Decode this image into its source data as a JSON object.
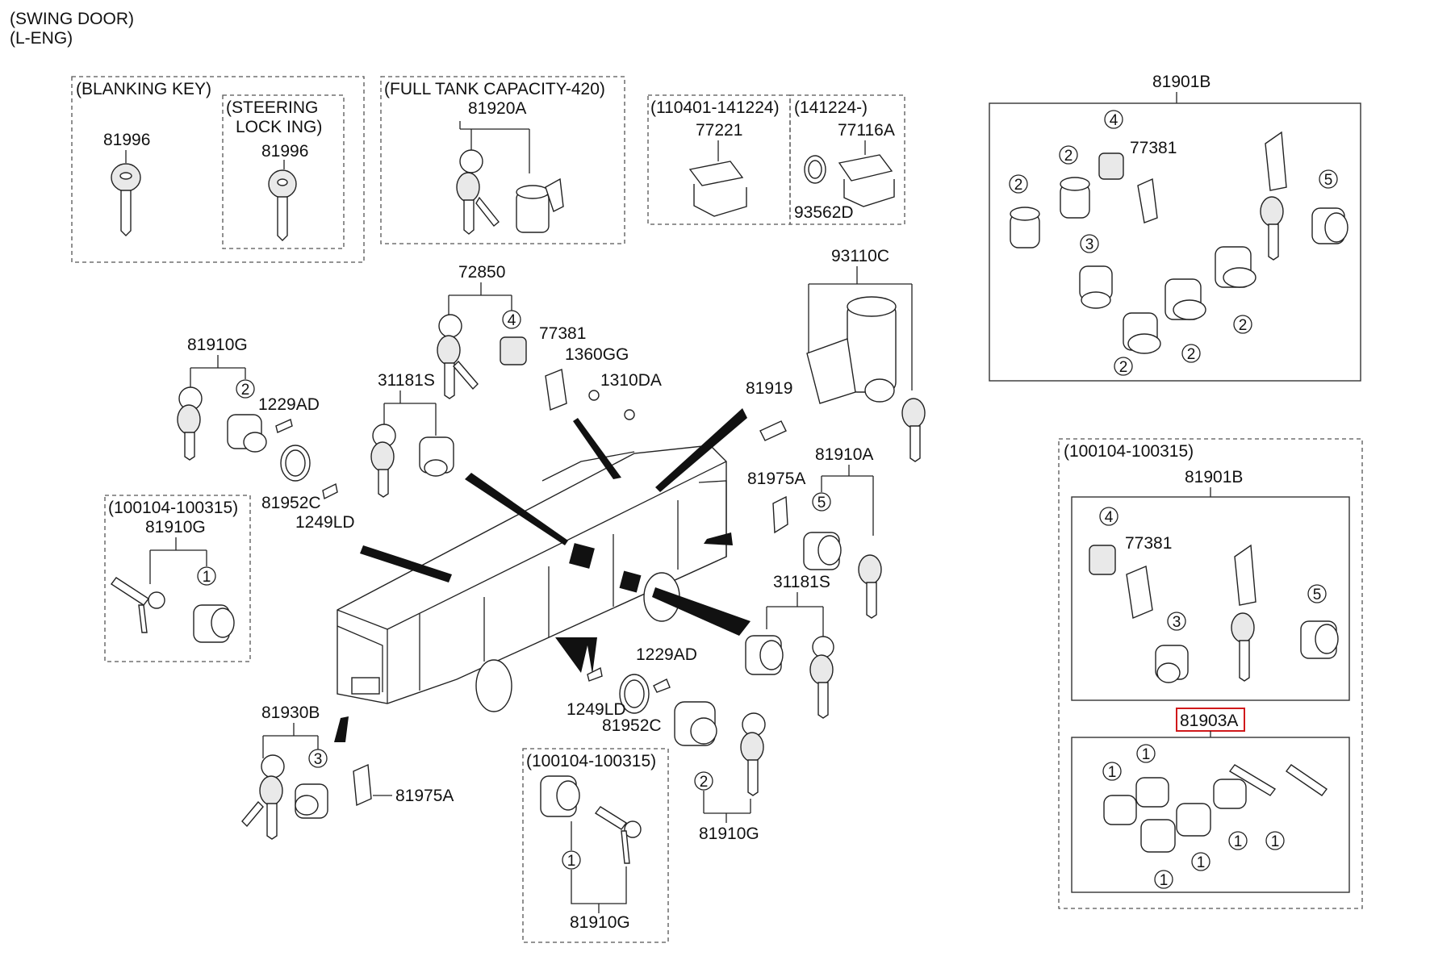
{
  "header": {
    "line1": "(SWING DOOR)",
    "line2": "(L-ENG)"
  },
  "groups": {
    "blanking_key": {
      "title": "(BLANKING KEY)",
      "part": "81996"
    },
    "steering_lock": {
      "title_line1": "(STEERING",
      "title_line2": "LOCK  ING)",
      "part": "81996"
    },
    "full_tank": {
      "title": "(FULL TANK CAPACITY-420)",
      "part": "81920A"
    },
    "range_a": {
      "title": "(110401-141224)",
      "part": "77221"
    },
    "range_b": {
      "title": "(141224-)",
      "part1": "77116A",
      "part2": "93562D"
    },
    "top_right_kit": {
      "title": "81901B",
      "part_77381": "77381"
    },
    "center": {
      "p72850": "72850",
      "p77381": "77381",
      "p1360GG": "1360GG",
      "p1310DA": "1310DA",
      "p31181S_top": "31181S",
      "p93110C": "93110C",
      "p81919": "81919",
      "p81910A": "81910A",
      "p81975A_mid": "81975A",
      "p31181S_mid": "31181S",
      "p81910G_left": "81910G",
      "p1229AD_left": "1229AD",
      "p81952C_left": "81952C",
      "p1249LD_left": "1249LD",
      "p81930B": "81930B",
      "p81975A_bottom": "81975A",
      "p1229AD_bottom": "1229AD",
      "p1249LD_bottom": "1249LD",
      "p81952C_bottom": "81952C",
      "p81910G_bottom": "81910G"
    },
    "left_range_box": {
      "title": "(100104-100315)",
      "part": "81910G"
    },
    "bottom_range_box": {
      "title": "(100104-100315)",
      "part": "81910G"
    },
    "right_range_box": {
      "title": "(100104-100315)",
      "kit": "81901B",
      "part_77381": "77381",
      "highlighted": "81903A"
    }
  },
  "callouts": {
    "c1": "1",
    "c2": "2",
    "c3": "3",
    "c4": "4",
    "c5": "5"
  },
  "colors": {
    "line": "#222222",
    "highlight": "#d0191b",
    "background": "#ffffff"
  }
}
